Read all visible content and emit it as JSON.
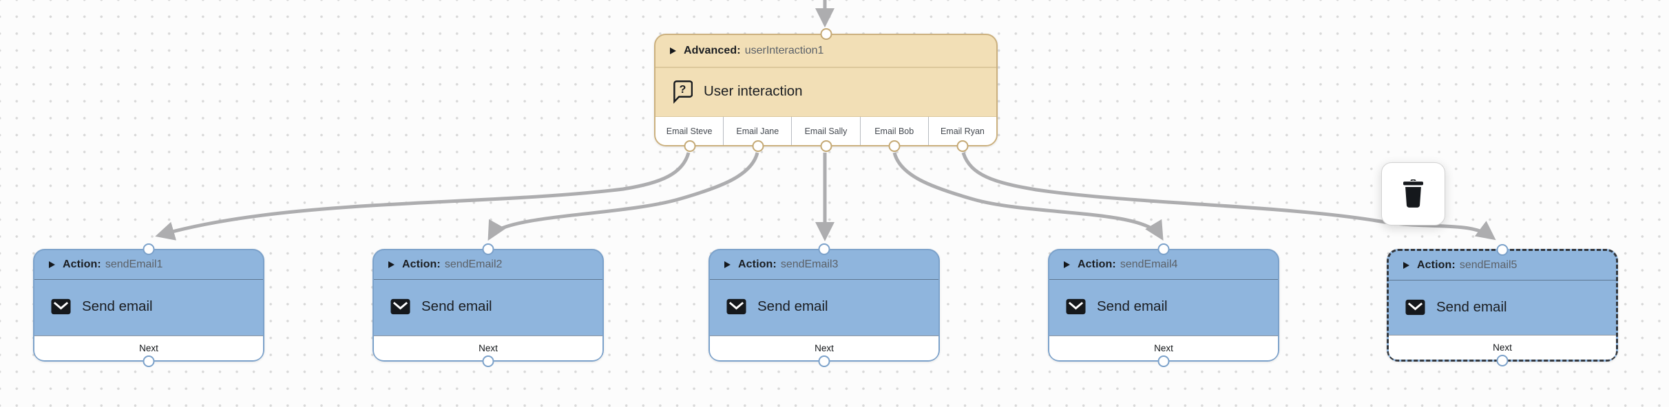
{
  "colors": {
    "canvas-bg": "#fcfcfc",
    "advanced-fill": "#f2dfb6",
    "advanced-border": "#cbb07e",
    "action-fill": "#8fb5dd",
    "action-border": "#7ba1ca",
    "edge": "#adadaf",
    "selection-dash": "#33373d"
  },
  "advanced_node": {
    "type_label": "Advanced:",
    "name": "userInteraction1",
    "body_label": "User interaction",
    "icon": "question-bubble-icon",
    "ports": [
      "Email Steve",
      "Email Jane",
      "Email Sally",
      "Email Bob",
      "Email Ryan"
    ]
  },
  "action_nodes": [
    {
      "type_label": "Action:",
      "name": "sendEmail1",
      "body_label": "Send email",
      "footer_label": "Next",
      "selected": false
    },
    {
      "type_label": "Action:",
      "name": "sendEmail2",
      "body_label": "Send email",
      "footer_label": "Next",
      "selected": false
    },
    {
      "type_label": "Action:",
      "name": "sendEmail3",
      "body_label": "Send email",
      "footer_label": "Next",
      "selected": false
    },
    {
      "type_label": "Action:",
      "name": "sendEmail4",
      "body_label": "Send email",
      "footer_label": "Next",
      "selected": false
    },
    {
      "type_label": "Action:",
      "name": "sendEmail5",
      "body_label": "Send email",
      "footer_label": "Next",
      "selected": true
    }
  ],
  "edges": [
    {
      "from": "Email Steve",
      "to": "sendEmail1"
    },
    {
      "from": "Email Jane",
      "to": "sendEmail2"
    },
    {
      "from": "Email Sally",
      "to": "sendEmail3"
    },
    {
      "from": "Email Bob",
      "to": "sendEmail4"
    },
    {
      "from": "Email Ryan",
      "to": "sendEmail5"
    },
    {
      "from": "top",
      "to": "userInteraction1"
    }
  ],
  "delete_button": {
    "icon": "trash-icon"
  }
}
